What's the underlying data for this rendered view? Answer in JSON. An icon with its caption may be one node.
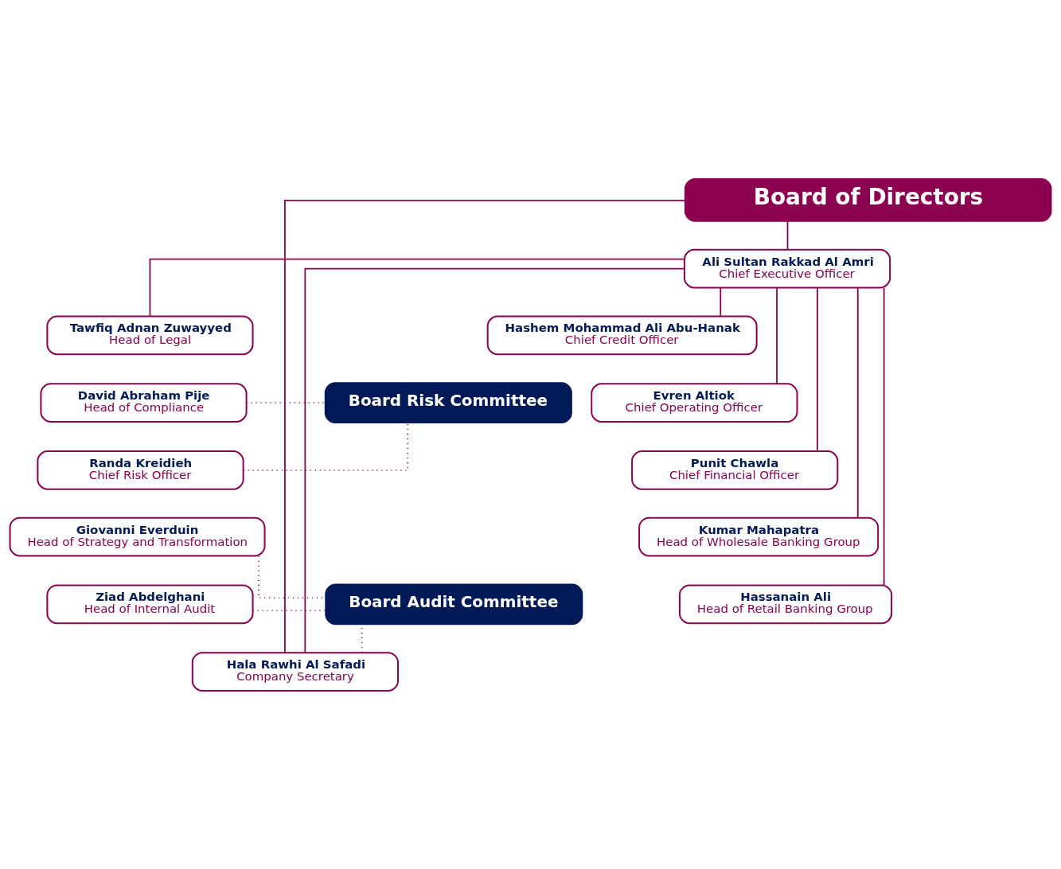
{
  "diagram": {
    "nodes": [
      {
        "text": [
          "Board of Directors"
        ]
      },
      {
        "text": [
          "Ali Sultan Rakkad Al Amri",
          "Chief Executive Officer"
        ]
      },
      {
        "text": [
          "Tawfiq Adnan Zuwayyed",
          "Head of Legal"
        ]
      },
      {
        "text": [
          "David Abraham Pije",
          "Head of Compliance"
        ]
      },
      {
        "text": [
          "Randa Kreidieh",
          "Chief Risk Officer"
        ]
      },
      {
        "text": [
          "Giovanni Everduin",
          "Head of Strategy and Transformation"
        ]
      },
      {
        "text": [
          "Ziad Abdelghani",
          "Head of Internal Audit"
        ]
      },
      {
        "text": [
          "Hala Rawhi Al Safadi",
          "Company Secretary"
        ]
      },
      {
        "text": [
          "Board Risk Committee"
        ]
      },
      {
        "text": [
          "Board Audit Committee"
        ]
      },
      {
        "text": [
          "Hashem Mohammad Ali Abu-Hanak",
          "Chief Credit Officer"
        ]
      },
      {
        "text": [
          "Evren Altiok",
          "Chief Operating Officer"
        ]
      },
      {
        "text": [
          "Punit Chawla",
          "Chief Financial Officer"
        ]
      },
      {
        "text": [
          "Kumar Mahapatra",
          "Head of Wholesale Banking Group"
        ]
      },
      {
        "text": [
          "Hassanain Ali",
          "Head of Retail Banking Group"
        ]
      }
    ],
    "edges": [
      {
        "from": 0,
        "to": 1,
        "arrow": "none"
      },
      {
        "from": 0,
        "to": 7,
        "arrow": "none"
      },
      {
        "from": 1,
        "to": 2,
        "arrow": "none"
      },
      {
        "from": 1,
        "to": 7,
        "arrow": "none"
      },
      {
        "from": 1,
        "to": 10,
        "arrow": "none"
      },
      {
        "from": 1,
        "to": 11,
        "arrow": "none"
      },
      {
        "from": 1,
        "to": 12,
        "arrow": "none"
      },
      {
        "from": 1,
        "to": 13,
        "arrow": "none"
      },
      {
        "from": 1,
        "to": 14,
        "arrow": "none"
      },
      {
        "from": 3,
        "to": 8,
        "arrow": "none",
        "style": "dashed"
      },
      {
        "from": 4,
        "to": 8,
        "arrow": "none",
        "style": "dashed"
      },
      {
        "from": 5,
        "to": 9,
        "arrow": "none",
        "style": "dashed"
      },
      {
        "from": 6,
        "to": 9,
        "arrow": "none",
        "style": "dashed"
      },
      {
        "from": 7,
        "to": 9,
        "arrow": "none",
        "style": "dashed"
      }
    ]
  }
}
